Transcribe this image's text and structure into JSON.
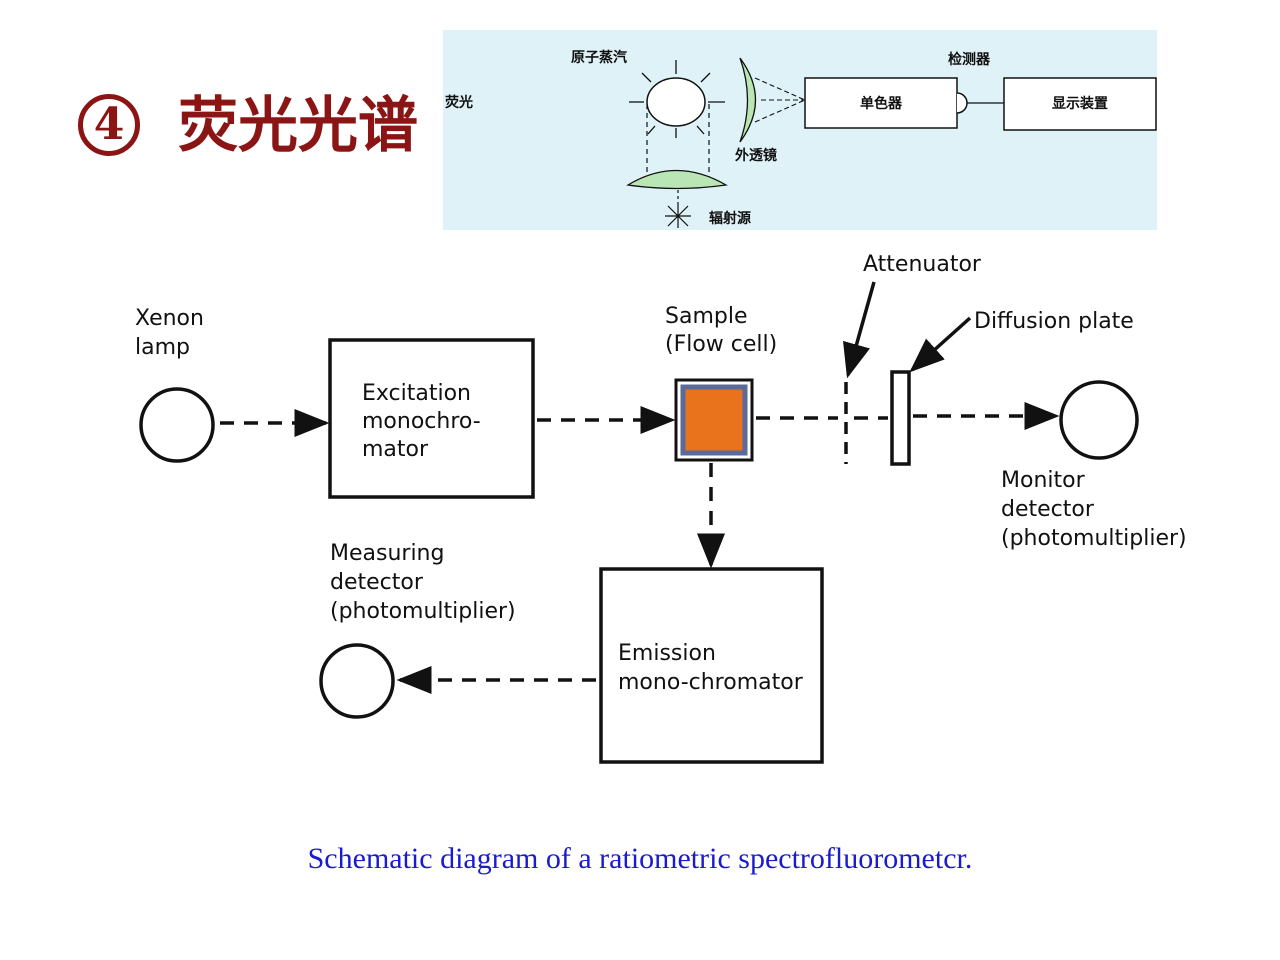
{
  "slide": {
    "number": "④",
    "title": "荧光光谱",
    "caption": "Schematic diagram of a ratiometric spectrofluorometcr."
  },
  "inset": {
    "fluorescence": "荧光",
    "vapor": "原子蒸汽",
    "detector": "检测器",
    "monochromator": "单色器",
    "display": "显示装置",
    "lens": "外透镜",
    "source": "辐射源"
  },
  "diagram": {
    "xenon_lamp": [
      "Xenon",
      "lamp"
    ],
    "excitation": [
      "Excitation",
      "monochro-",
      "mator"
    ],
    "sample": [
      "Sample",
      "(Flow cell)"
    ],
    "attenuator": "Attenuator",
    "diffusion_plate": "Diffusion plate",
    "monitor": [
      "Monitor",
      "detector",
      "(photomultiplier)"
    ],
    "measuring": [
      "Measuring",
      "detector",
      "(photomultiplier)"
    ],
    "emission": [
      "Emission",
      "mono-chromator"
    ],
    "colors": {
      "sample_fill": "#e8731c",
      "sample_frame": "#5a6a9a",
      "title": "#8b1414",
      "caption": "#1a1ad0",
      "inset_bg": "#dff2f8",
      "lens": "#b9e6b4"
    }
  }
}
